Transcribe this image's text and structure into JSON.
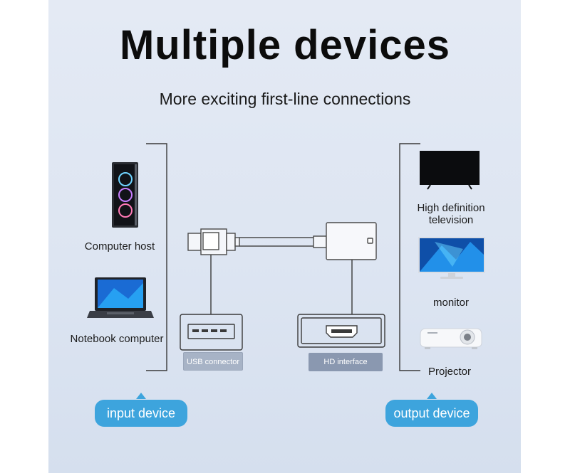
{
  "title": "Multiple devices",
  "subtitle": "More exciting first-line connections",
  "input_devices": [
    {
      "label": "Computer host",
      "icon": "computer-tower-icon"
    },
    {
      "label": "Notebook computer",
      "icon": "laptop-icon"
    }
  ],
  "output_devices": [
    {
      "label": "High definition television",
      "icon": "tv-icon"
    },
    {
      "label": "monitor",
      "icon": "monitor-icon"
    },
    {
      "label": "Projector",
      "icon": "projector-icon"
    }
  ],
  "ports": {
    "usb_label": "USB connector",
    "hd_label": "HD interface"
  },
  "badges": {
    "input": "input device",
    "output": "output device"
  },
  "colors": {
    "accent": "#3da4dd",
    "port_caption": "#8a98b0",
    "line": "#3a3a3a"
  }
}
